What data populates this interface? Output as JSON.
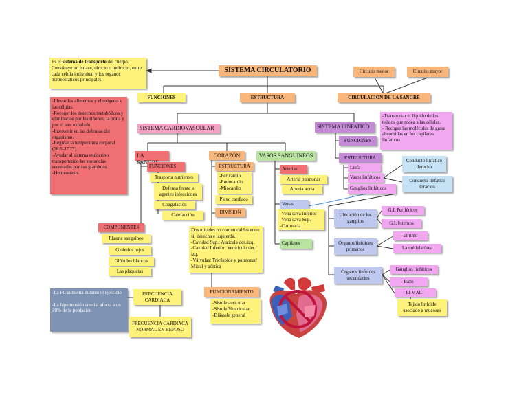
{
  "title": "SISTEMA CIRCULATORIO",
  "definition": "Es el sistema de transporte del cuerpo. Constituye un enlace, directo o indirecto, entre cada célula individual y los órganos homeostáticos principales.",
  "definition_parts": {
    "pre": "Es el ",
    "strong": "sistema de transporte",
    "post": " del cuerpo. Constituye un enlace, directo o indirecto, entre cada célula individual y los órganos homeostáticos principales."
  },
  "level1": {
    "funciones": "FUNCIONES",
    "estructura": "ESTRUCTURA",
    "circulacion": "CIRCULACION DE LA SANGRE"
  },
  "circulacion": {
    "menor": "Circuito menor",
    "mayor": "Circuito mayor"
  },
  "funciones_list": "-Llevar los alimentos y el oxígeno a las células.\n-Recoger los desechos metabólicos y eliminarlos por los riñones, la orina y por el aire exhalado.\n-Intervenir en las defensas del organismo.\n-Regular la temperatura corporal (36.5-37 T°).\n-Ayudar al sistema endocrino transportando las sustancias secretadas por sus glándulas.\n-Homeostasis.",
  "cardiovascular": "SISTEMA CARDIOVASCULAR",
  "linfatico": {
    "title": "SISTEMA LINFATICO",
    "funciones": "FUNCIONES",
    "funciones_text": "-Transportar el líquido de los tejidos que rodea a las células.\n- Recoger las moléculas de grasa absorbidas en los capilares linfáticos",
    "estructura": "ESTRUCTURA",
    "linfa": "Linfa",
    "vasos": "Vasos linfáticos",
    "ganglios": "Ganglios linfáticos",
    "conducto_derecho": "Conducto linfático derecho",
    "conducto_toracico": "Conducto linfático torácico",
    "ubicacion": "Ubicación de los ganglios",
    "gl_perifericos": "G.L Periféricos",
    "gl_internos": "G.L Internos",
    "organos_primarios": "Órganos linfoides primarios",
    "timo": "El timo",
    "medula": "La médula ósea",
    "organos_secundarios": "Órganos linfoides secundarios",
    "ganglios_linfaticos": "Ganglios linfáticos",
    "bazo": "Bazo",
    "malt": "El MALT",
    "tejido": "Tejido linfoide asociado a mucosas"
  },
  "sangre": {
    "title": "LA SANGRE",
    "funciones": "FUNCIONES",
    "transporta": "Trasporta nutrientes",
    "defensa": "Defensa frente a agentes infecciones",
    "coagulacion": "Coagulación",
    "calefaccion": "Calefacción",
    "componentes": "COMPONENTES",
    "plasma": "Plasma sanguíneo",
    "rojos": "Glóbulos rojos",
    "blancos": "Glóbulos blancos",
    "plaquetas": "Las plaquetas"
  },
  "corazon": {
    "title": "CORAZÓN",
    "estructura": "ESTRUCTURA",
    "capas": "-Pericardio\n-Endocardio\n-Miocardio",
    "plexo": "Plexo cardiaco",
    "division": "DIVISION",
    "division_text": "Dos mitades no comunicables entre si: derecha e izquierda.\n-Cavidad Sup.: Aurícula der./izq.\n-Cavidad Inferior: Ventrículo der./ izq.\n-Válvulas: Tricúspide y pulmonar/ Mitral y aórtica",
    "funcionamiento": "FUNCIONAMIENTO",
    "funcionamiento_text": "-Sístole auricular\n-Sístole Ventricular\n-Diástole general"
  },
  "vasos": {
    "title": "VASOS SANGUINEOS",
    "arterias": "Arterias",
    "pulmonar": "Arteria pulmonar",
    "aorta": "Arteria aorta",
    "venas": "Venas",
    "venas_text": "-Vena cava inferior\n-Vena cava Sup.\n-Coronaria",
    "capilares": "Capilares"
  },
  "frecuencia": {
    "title": "FRECUENCIA CARDIACA",
    "normal": "FRECUENCIA CARDIACA NORMAL EN REPOSO",
    "nota": "-La FC aumenta durante el ejercicio\n\n-La hipertensión arterial afecta a un 20% de la población"
  },
  "colors": {
    "yellow": "#fff27a",
    "orange": "#f8b67a",
    "red": "#ef6f73",
    "green": "#b8e3a1",
    "purple": "#c48ad8",
    "pink": "#f1a8f1",
    "slate": "#7f93b5",
    "light_blue": "#c6e2f5"
  }
}
